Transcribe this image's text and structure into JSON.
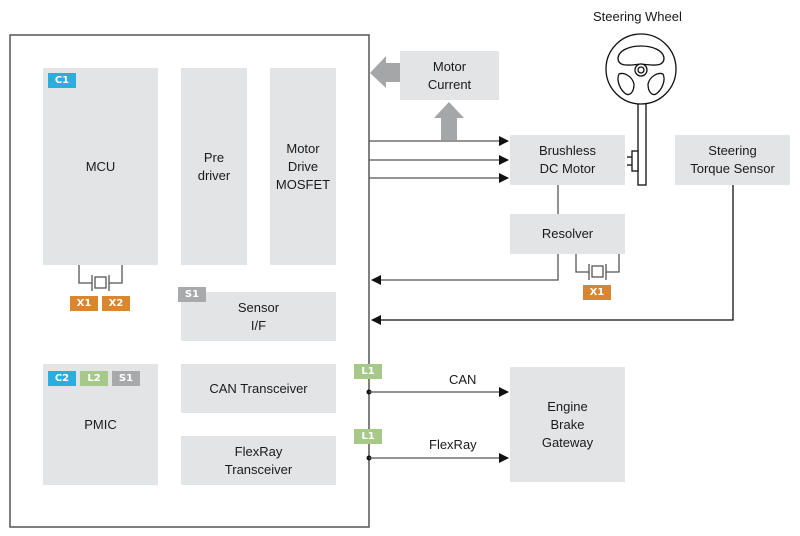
{
  "colors": {
    "block_fill": "#e3e4e6",
    "tag_C": "#2aaee0",
    "tag_L": "#a6c98a",
    "tag_S": "#a8a9ab",
    "tag_X": "#d9862f",
    "arrow_gray": "#a5a6a8",
    "line": "#1a1a1a"
  },
  "ecu_blocks": {
    "mcu": "MCU",
    "pre_driver": "Pre\ndriver",
    "mosfet": "Motor\nDrive\nMOSFET",
    "sensor_if": "Sensor\nI/F",
    "pmic": "PMIC",
    "can_transceiver": "CAN Transceiver",
    "flexray_transceiver": "FlexRay\nTransceiver"
  },
  "external_blocks": {
    "motor_current": "Motor\nCurrent",
    "bldc_motor": "Brushless\nDC Motor",
    "resolver": "Resolver",
    "torque_sensor": "Steering\nTorque Sensor",
    "gateway": "Engine\nBrake\nGateway"
  },
  "tags": {
    "mcu": [
      "C1"
    ],
    "mcu_crystal": [
      "X1",
      "X2"
    ],
    "sensor_if": [
      "S1"
    ],
    "pmic": [
      "C2",
      "L2",
      "S1"
    ],
    "can_line": [
      "L1"
    ],
    "flexray_line": [
      "L1"
    ],
    "resolver_crystal": [
      "X1"
    ]
  },
  "labels": {
    "steering_wheel": "Steering Wheel",
    "can_bus": "CAN",
    "flexray_bus": "FlexRay"
  }
}
